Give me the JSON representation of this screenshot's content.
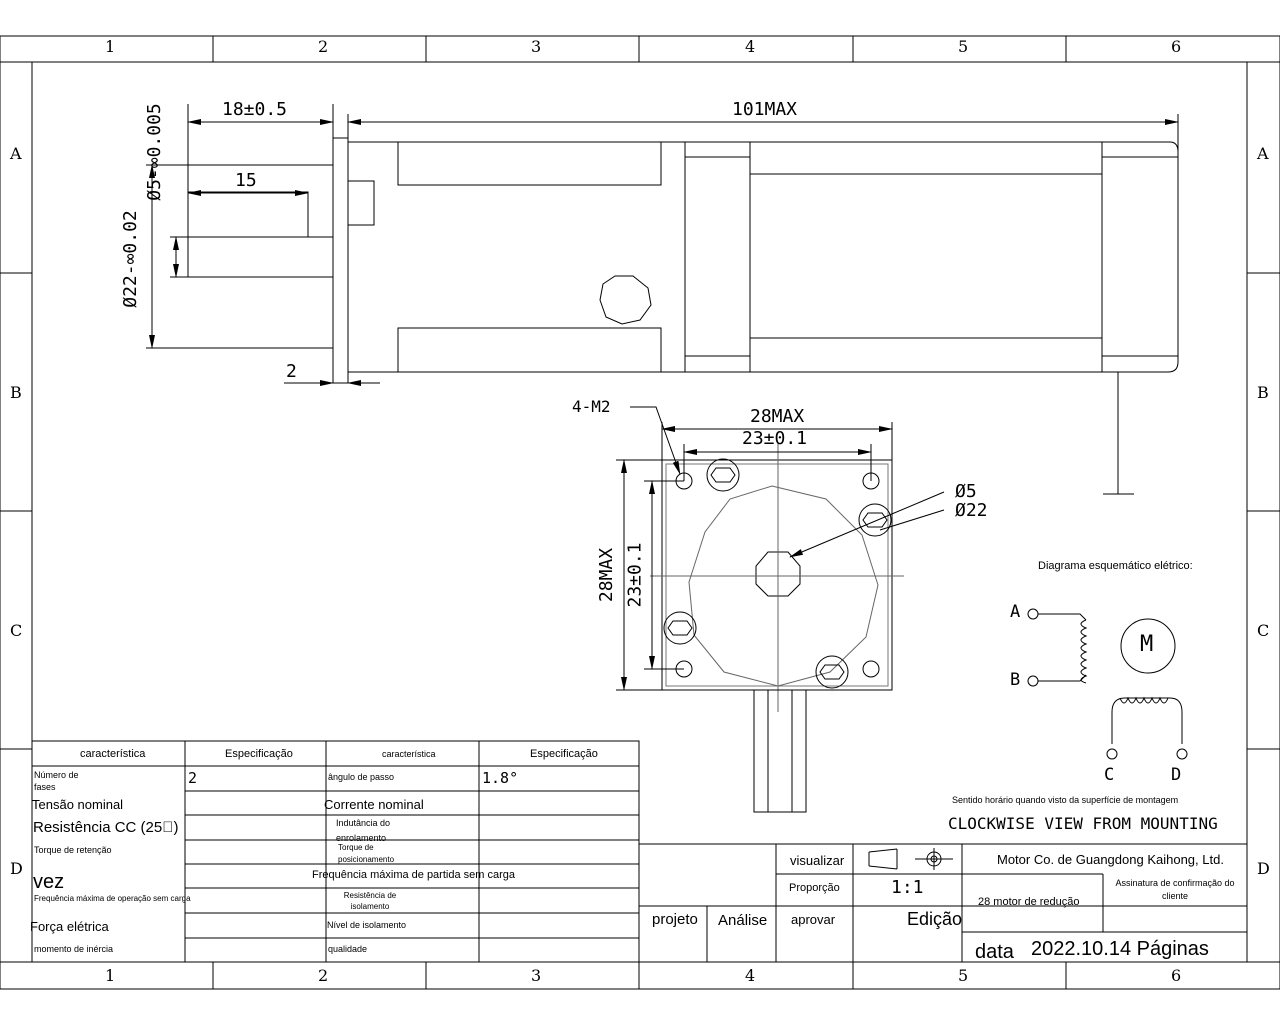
{
  "border": {
    "cols": [
      "1",
      "2",
      "3",
      "4",
      "5",
      "6"
    ],
    "rows": [
      "A",
      "B",
      "C",
      "D"
    ]
  },
  "side_view": {
    "dims": {
      "shaft_len": "18±0.5",
      "overall_len": "101MAX",
      "shaft_dia": "Ø5-∞0.005",
      "flat_len": "15",
      "boss_dia": "Ø22-∞0.02",
      "boss_height": "2"
    }
  },
  "front_view": {
    "dims": {
      "holes": "4-M2",
      "width_max": "28MAX",
      "hole_pitch_h": "23±0.1",
      "height_max": "28MAX",
      "hole_pitch_v": "23±0.1",
      "shaft": "Ø5",
      "boss": "Ø22"
    }
  },
  "wiring": {
    "title": "Diagrama esquemático elétrico:",
    "motor": "M",
    "terminals": {
      "a": "A",
      "b": "B",
      "c": "C",
      "d": "D"
    },
    "note": "Sentido horário quando visto da superfície de montagem",
    "view_caption": "CLOCKWISE VIEW FROM MOUNTING"
  },
  "spec_table": {
    "headers": [
      "característica",
      "Especificação",
      "característica",
      "Especificação"
    ],
    "rows": [
      {
        "l": "Número de fases",
        "lv": "2",
        "r": "ângulo de passo",
        "rv": "1.8°"
      },
      {
        "l": "Tensão nominal",
        "lv": "",
        "r": "Corrente nominal",
        "rv": ""
      },
      {
        "l": "Resistência CC (25\u0000)",
        "lv": "",
        "r": "Indutância do enrolamento",
        "rv": ""
      },
      {
        "l": "Torque de retenção",
        "lv": "",
        "r": "Torque de posicionamento",
        "rv": ""
      },
      {
        "l": "vez",
        "lv": "",
        "r": "Frequência máxima de partida sem carga",
        "rv": ""
      },
      {
        "l": "Frequência máxima de operação sem carga",
        "lv": "",
        "r": "Resistência de isolamento",
        "rv": ""
      },
      {
        "l": "Força elétrica",
        "lv": "",
        "r": "Nível de isolamento",
        "rv": ""
      },
      {
        "l": "momento de inércia",
        "lv": "",
        "r": "qualidade",
        "rv": ""
      }
    ]
  },
  "title_block": {
    "visualizar": "visualizar",
    "proporcao": "Proporção",
    "ratio": "1:1",
    "aprovar": "aprovar",
    "projeto": "projeto",
    "analise": "Análise",
    "edicao": "Edição",
    "company": "Motor Co. de Guangdong Kaihong, Ltd.",
    "product": "28 motor de redução",
    "signature": "Assinatura de confirmação do cliente",
    "date_label": "data",
    "date_value": "2022.10.14 Páginas"
  }
}
